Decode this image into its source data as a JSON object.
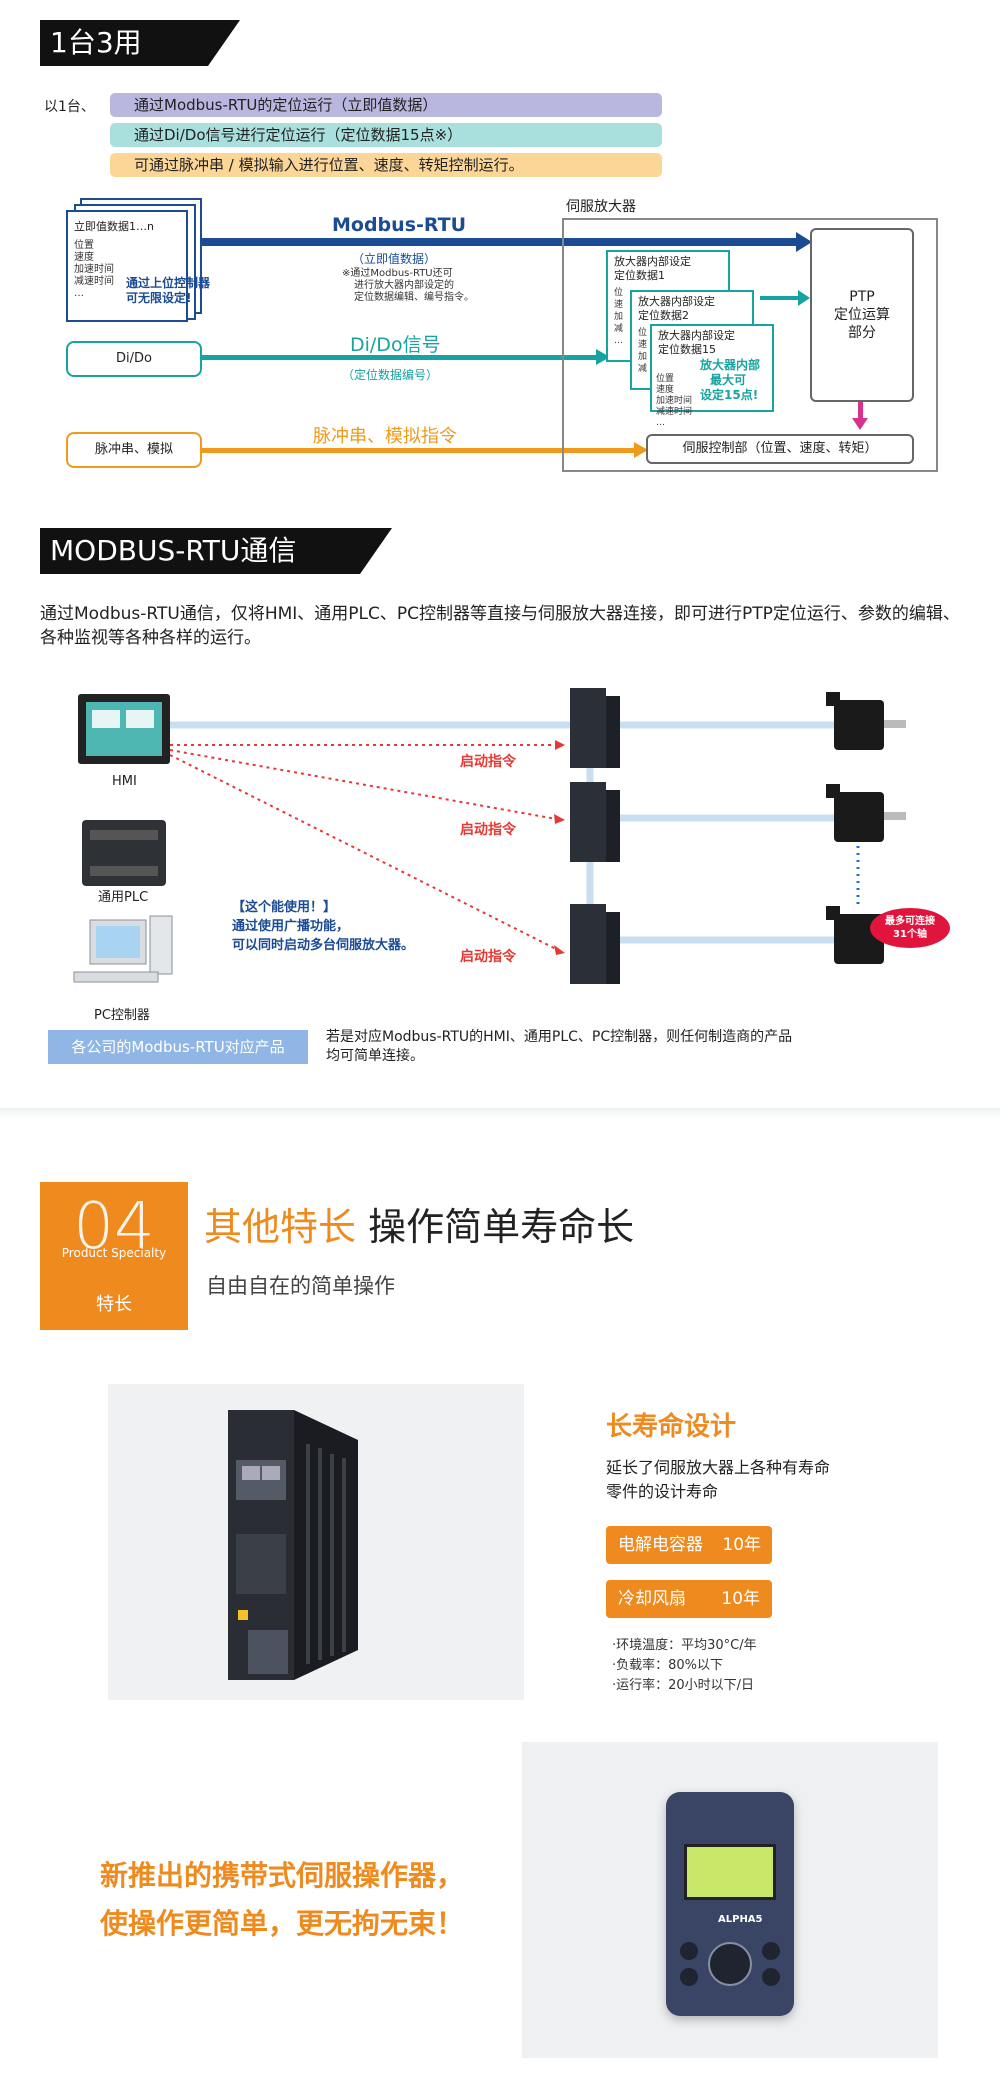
{
  "section1": {
    "banner": "1台3用",
    "intro": "以1台、",
    "pills": [
      {
        "text": "通过Modbus-RTU的定位运行（立即值数据）",
        "color": "#b9b7df"
      },
      {
        "text": "通过Di/Do信号进行定位运行（定位数据15点※）",
        "color": "#a9dfdc"
      },
      {
        "text": "可通过脉冲串 / 模拟输入进行位置、速度、转矩控制运行。",
        "color": "#fcd696"
      }
    ],
    "left_card": {
      "title": "立即值数据1…n",
      "items": [
        "位置",
        "速度",
        "加速时间",
        "减速时间",
        "…"
      ],
      "note_line1": "通过上位控制器",
      "note_line2": "可无限设定!"
    },
    "modbus_label": "Modbus-RTU",
    "modbus_sub": "（立即值数据）",
    "modbus_note": [
      "※通过Modbus-RTU还可",
      "进行放大器内部设定的",
      "定位数据编辑、编号指令。"
    ],
    "dido_box": "Di/Do",
    "dido_label": "Di/Do信号",
    "dido_sub": "（定位数据编号）",
    "pulse_box": "脉冲串、模拟",
    "pulse_label": "脉冲串、模拟指令",
    "servo_title": "伺服放大器",
    "inner_cards": [
      {
        "title": "放大器内部设定",
        "sub": "定位数据1"
      },
      {
        "title": "放大器内部设定",
        "sub": "定位数据2"
      },
      {
        "title": "放大器内部设定",
        "sub": "定位数据15"
      }
    ],
    "inner_items": [
      "位置",
      "速度",
      "加速时间",
      "减速时间",
      "…"
    ],
    "inner_note": [
      "放大器内部",
      "最大可",
      "设定15点!"
    ],
    "ptp_box": [
      "PTP",
      "定位运算",
      "部分"
    ],
    "servo_control": "伺服控制部（位置、速度、转矩）"
  },
  "section2": {
    "banner": "MODBUS-RTU通信",
    "description": "通过Modbus-RTU通信，仅将HMI、通用PLC、PC控制器等直接与伺服放大器连接，即可进行PTP定位运行、参数的编辑、各种监视等各种各样的运行。",
    "devices": [
      "HMI",
      "通用PLC",
      "PC控制器"
    ],
    "start_cmd": "启动指令",
    "tip_title": "【这个能使用！】",
    "tip_line1": "通过使用广播功能，",
    "tip_line2": "可以同时启动多台伺服放大器。",
    "max_badge_line1": "最多可连接",
    "max_badge_line2": "31个轴",
    "compat_label": "各公司的Modbus-RTU对应产品",
    "compat_text_line1": "若是对应Modbus-RTU的HMI、通用PLC、PC控制器，则任何制造商的产品",
    "compat_text_line2": "均可简单连接。"
  },
  "section3": {
    "number": "04",
    "product_specialty": "Product Specialty",
    "badge_label": "特长",
    "title_orange": "其他特长",
    "title_black": "操作简单寿命长",
    "subtitle": "自由自在的简单操作",
    "life_title": "长寿命设计",
    "life_desc_line1": "延长了伺服放大器上各种有寿命",
    "life_desc_line2": "零件的设计寿命",
    "tags": [
      {
        "name": "电解电容器",
        "value": "10年"
      },
      {
        "name": "冷却风扇",
        "value": "10年"
      }
    ],
    "conditions": [
      "·环境温度：平均30°C/年",
      "·负载率：80%以下",
      "·运行率：20小时以下/日"
    ],
    "pendant_line1": "新推出的携带式伺服操作器，",
    "pendant_line2": "使操作更简单，更无拘无束！",
    "pendant_brand": "ALPHA5"
  }
}
